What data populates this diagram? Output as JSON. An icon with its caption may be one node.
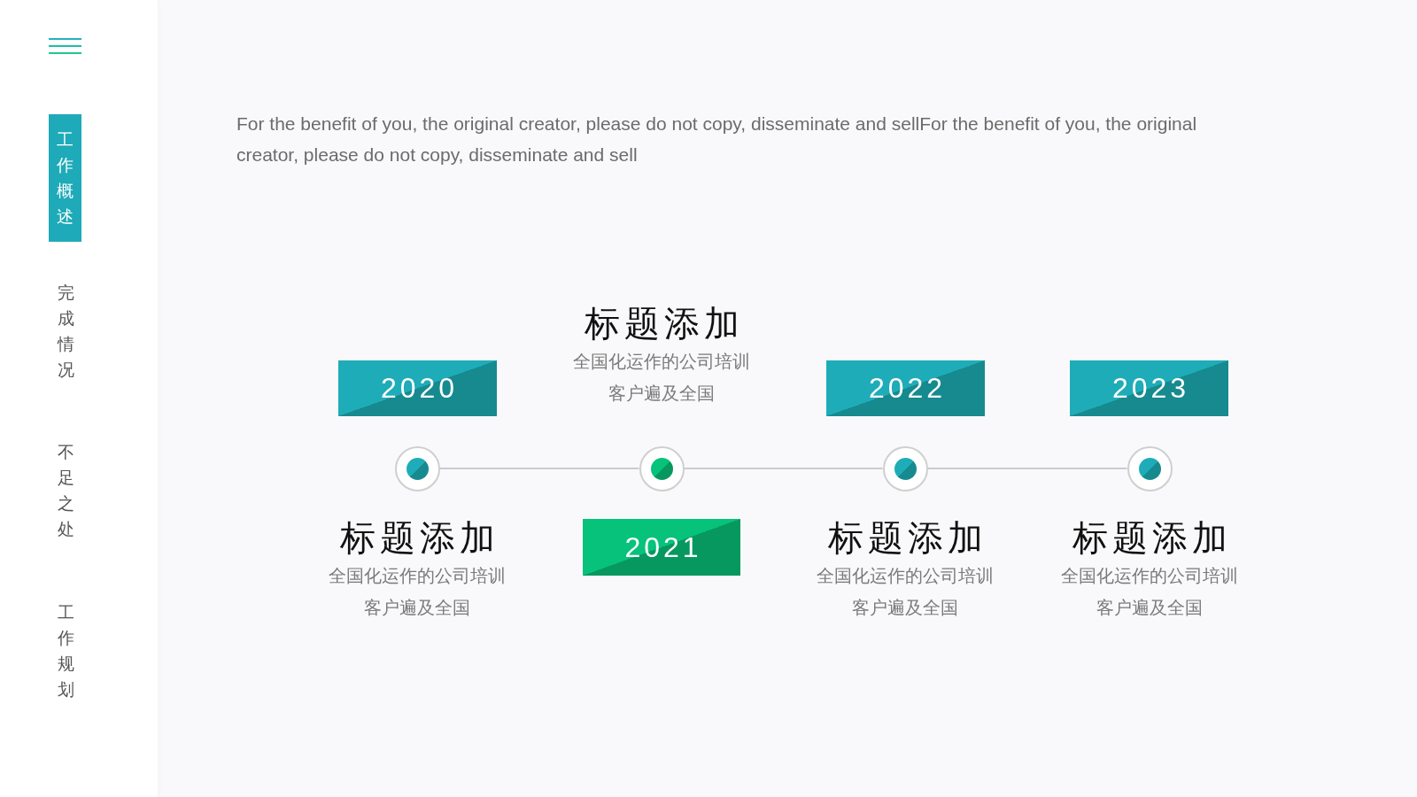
{
  "diagram": {
    "nodes": [
      {
        "text": [
          "工作概述"
        ]
      },
      {
        "text": [
          "2020"
        ]
      },
      {
        "text": [
          "2022"
        ]
      },
      {
        "text": [
          "2023"
        ]
      },
      {
        "text": [],
        "shape": "circle",
        "beside": [
          "标题添加",
          "全国化运作的公司培训客户遍及全国"
        ]
      },
      {
        "text": [],
        "shape": "circle",
        "beside": [
          "标题添加",
          "全国化运作的公司培训客户遍及全国"
        ]
      },
      {
        "text": [],
        "shape": "circle",
        "beside": [
          "标题添加",
          "全国化运作的公司培训客户遍及全国"
        ]
      },
      {
        "text": [],
        "shape": "circle",
        "beside": [
          "标题添加",
          "全国化运作的公司培训客户遍及全国"
        ]
      },
      {
        "text": [
          "2021"
        ]
      }
    ],
    "edges": [
      {
        "from": 4,
        "to": 5,
        "arrow": "none"
      },
      {
        "from": 5,
        "to": 6,
        "arrow": "none"
      },
      {
        "from": 6,
        "to": 7,
        "arrow": "none"
      }
    ],
    "labels": [
      "完成情况",
      "不足之处",
      "工作规划",
      "For the benefit of you, the original creator, please do not copy, disseminate and sellFor the benefit of you, the original creator, please do not copy, disseminate and sell"
    ]
  }
}
